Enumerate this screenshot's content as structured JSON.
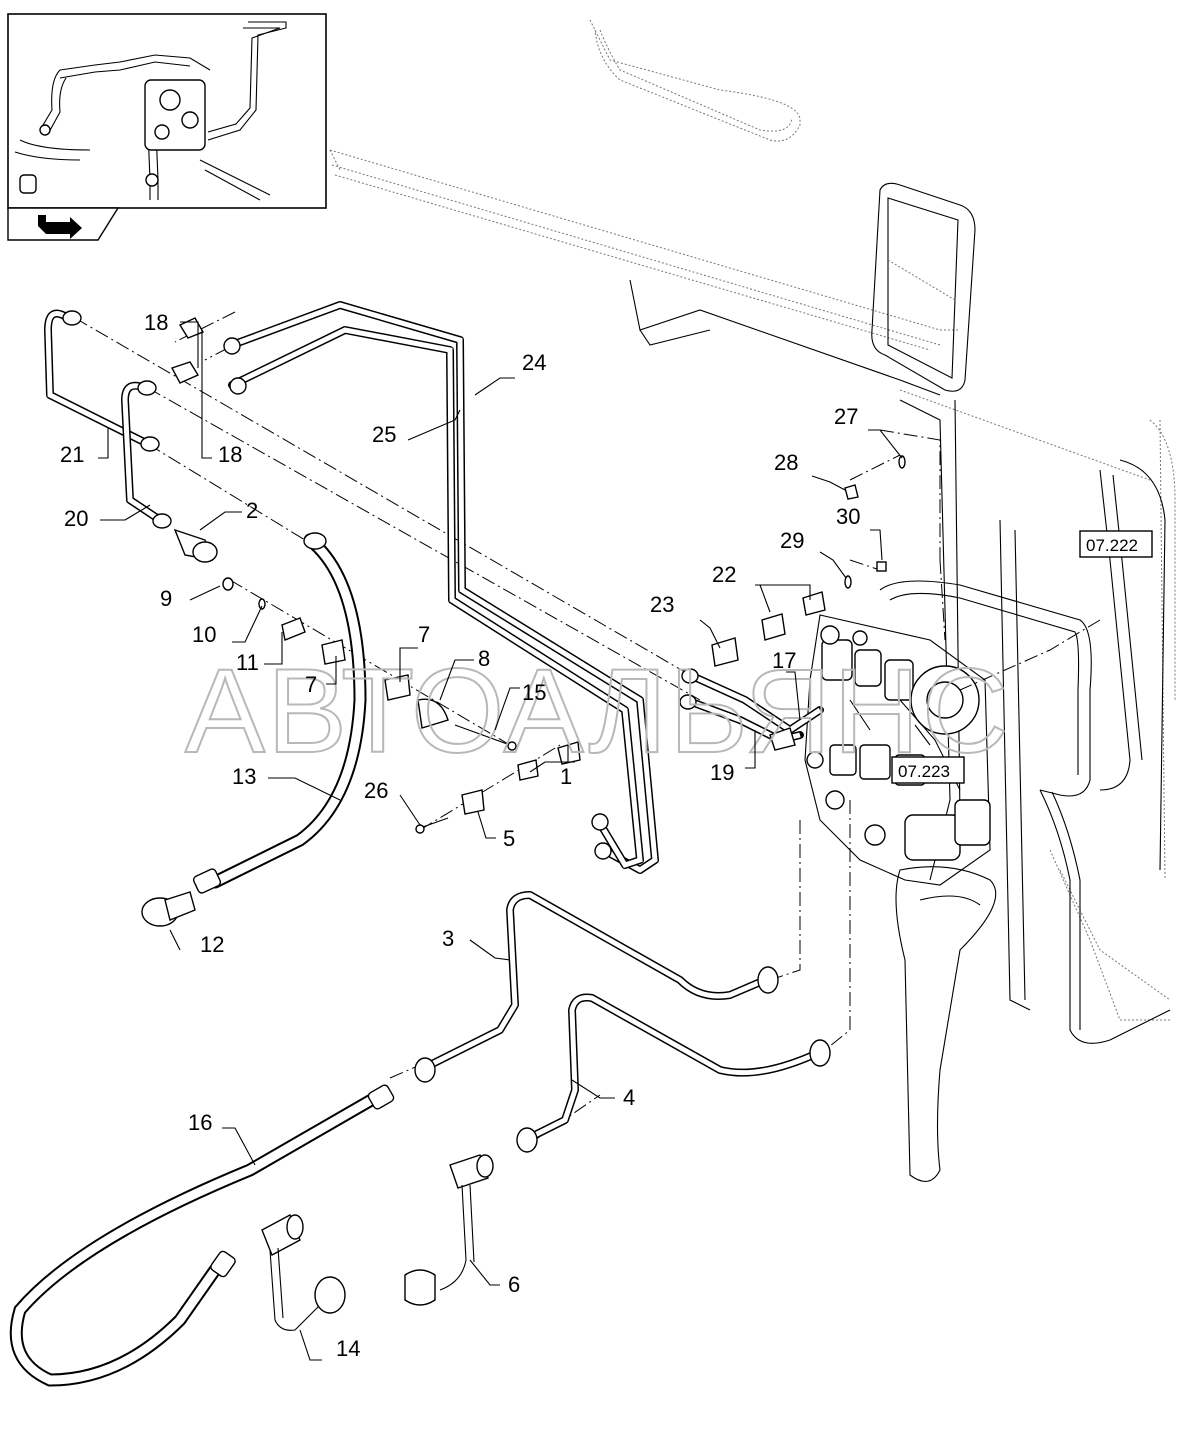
{
  "watermark": "АВТОАЛЬЯНС",
  "references": [
    {
      "id": "ref-07-222",
      "text": "07.222"
    },
    {
      "id": "ref-07-223",
      "text": "07.223"
    }
  ],
  "callouts": [
    {
      "id": "1",
      "text": "1"
    },
    {
      "id": "2",
      "text": "2"
    },
    {
      "id": "3",
      "text": "3"
    },
    {
      "id": "4",
      "text": "4"
    },
    {
      "id": "5",
      "text": "5"
    },
    {
      "id": "6",
      "text": "6"
    },
    {
      "id": "7a",
      "text": "7"
    },
    {
      "id": "7b",
      "text": "7"
    },
    {
      "id": "8",
      "text": "8"
    },
    {
      "id": "9",
      "text": "9"
    },
    {
      "id": "10",
      "text": "10"
    },
    {
      "id": "11",
      "text": "11"
    },
    {
      "id": "12",
      "text": "12"
    },
    {
      "id": "13",
      "text": "13"
    },
    {
      "id": "14",
      "text": "14"
    },
    {
      "id": "15",
      "text": "15"
    },
    {
      "id": "16",
      "text": "16"
    },
    {
      "id": "17",
      "text": "17"
    },
    {
      "id": "18a",
      "text": "18"
    },
    {
      "id": "18b",
      "text": "18"
    },
    {
      "id": "19",
      "text": "19"
    },
    {
      "id": "20",
      "text": "20"
    },
    {
      "id": "21",
      "text": "21"
    },
    {
      "id": "22",
      "text": "22"
    },
    {
      "id": "23",
      "text": "23"
    },
    {
      "id": "24",
      "text": "24"
    },
    {
      "id": "25",
      "text": "25"
    },
    {
      "id": "26",
      "text": "26"
    },
    {
      "id": "27",
      "text": "27"
    },
    {
      "id": "28",
      "text": "28"
    },
    {
      "id": "29",
      "text": "29"
    },
    {
      "id": "30",
      "text": "30"
    }
  ],
  "icons": {
    "inset": "assembly-location-inset",
    "arrow": "navigation-arrow-icon"
  }
}
